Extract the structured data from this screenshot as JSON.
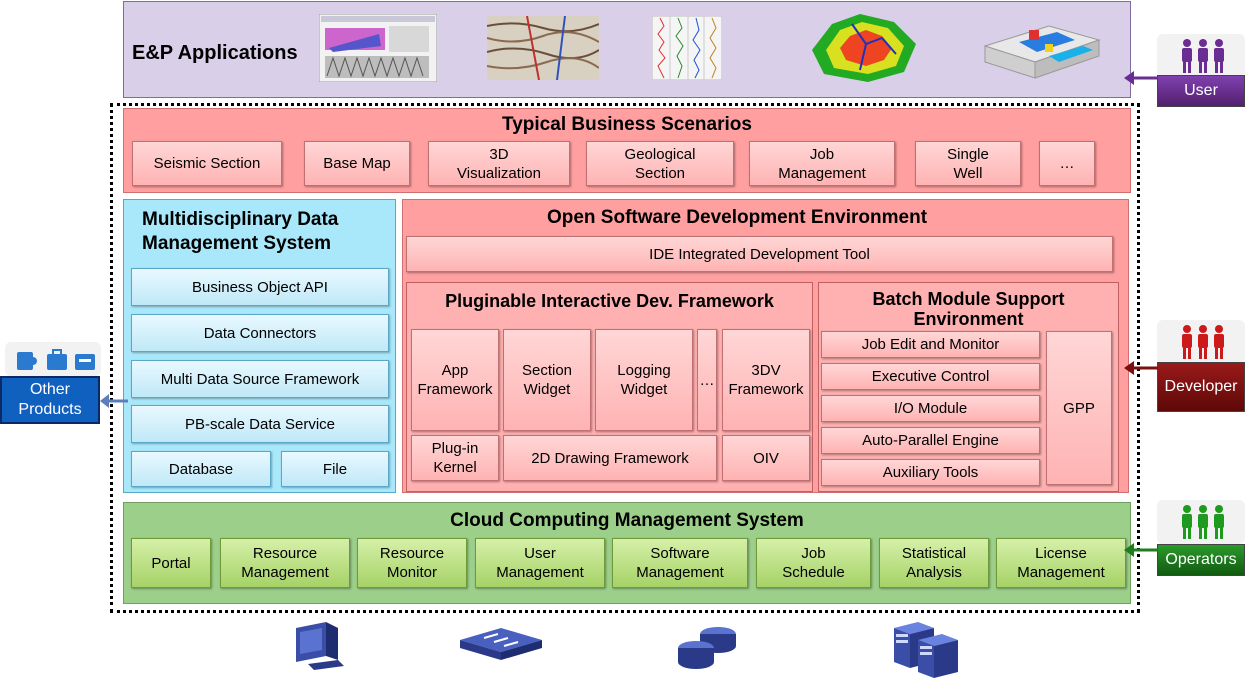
{
  "ep": {
    "title": "E&P Applications"
  },
  "roles": {
    "user": "User",
    "developer": "Developer",
    "operators": "Operators",
    "other_products": "Other\nProducts"
  },
  "scenarios": {
    "title": "Typical Business Scenarios",
    "items": [
      "Seismic Section",
      "Base Map",
      "3D\nVisualization",
      "Geological\nSection",
      "Job\nManagement",
      "Single\nWell",
      "…"
    ]
  },
  "data_mgmt": {
    "title": "Multidisciplinary  Data\nManagement System",
    "items": [
      "Business Object API",
      "Data Connectors",
      "Multi Data Source Framework",
      "PB-scale Data Service",
      "Database",
      "File"
    ]
  },
  "osde": {
    "title": "Open Software Development Environment",
    "ide": "IDE Integrated Development Tool",
    "plug": {
      "title": "Pluginable Interactive Dev. Framework",
      "items": [
        "App\nFramework",
        "Section\nWidget",
        "Logging\nWidget",
        "…",
        "3DV\nFramework",
        "Plug-in\nKernel",
        "2D Drawing Framework",
        "OIV"
      ]
    },
    "batch": {
      "title": "Batch Module Support\nEnvironment",
      "items": [
        "Job Edit and Monitor",
        "Executive  Control",
        "I/O Module",
        "Auto-Parallel  Engine",
        "Auxiliary Tools"
      ],
      "gpp": "GPP"
    }
  },
  "cloud": {
    "title": "Cloud Computing Management System",
    "items": [
      "Portal",
      "Resource\nManagement",
      "Resource\nMonitor",
      "User\nManagement",
      "Software\nManagement",
      "Job\nSchedule",
      "Statistical\nAnalysis",
      "License\nManagement"
    ]
  },
  "colors": {
    "ep_bg": "#d9cfe8",
    "scenario_bg": "#ff9f9f",
    "data_bg": "#a8e8fa",
    "cloud_bg": "#9ccf8a",
    "user": "#6a2d91",
    "developer": "#7a1010",
    "operators": "#1e7e1e",
    "other": "#1060c0"
  },
  "icons": [
    "screen-icon",
    "seismic-icon",
    "log-icon",
    "heatmap-icon",
    "3d-model-icon",
    "workstation-icon",
    "network-switch-icon",
    "storage-icon",
    "server-icon",
    "puzzle-icon",
    "toolbox-icon",
    "briefcase-icon"
  ]
}
